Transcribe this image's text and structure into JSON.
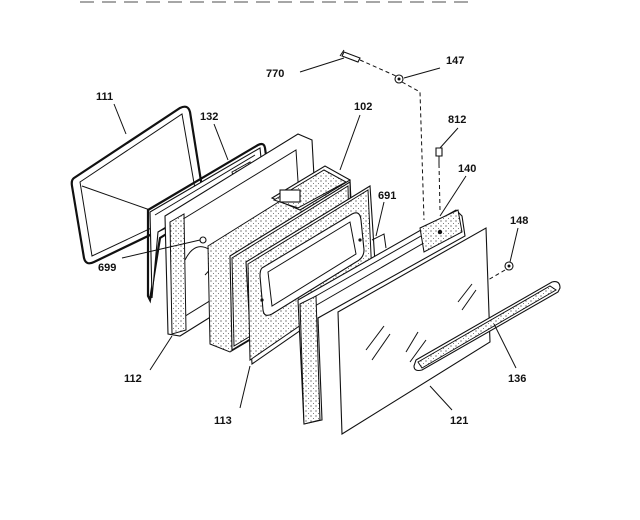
{
  "diagram": {
    "top_strip_text": "",
    "callouts": [
      {
        "id": "111",
        "label": "111"
      },
      {
        "id": "132",
        "label": "132"
      },
      {
        "id": "102",
        "label": "102"
      },
      {
        "id": "770",
        "label": "770"
      },
      {
        "id": "147",
        "label": "147"
      },
      {
        "id": "812",
        "label": "812"
      },
      {
        "id": "140",
        "label": "140"
      },
      {
        "id": "691",
        "label": "691"
      },
      {
        "id": "148",
        "label": "148"
      },
      {
        "id": "699",
        "label": "699"
      },
      {
        "id": "112",
        "label": "112"
      },
      {
        "id": "136",
        "label": "136"
      },
      {
        "id": "113",
        "label": "113"
      },
      {
        "id": "121",
        "label": "121"
      }
    ]
  }
}
